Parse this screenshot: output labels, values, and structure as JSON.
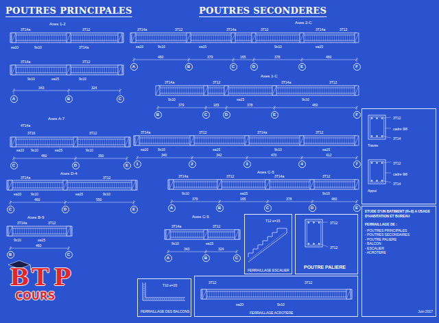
{
  "diagram": {
    "nodes": [
      {
        "text": [
          "A"
        ]
      },
      {
        "text": [
          "B"
        ]
      },
      {
        "text": [
          "C"
        ]
      },
      {
        "text": [
          "C"
        ]
      },
      {
        "text": [
          "D"
        ]
      },
      {
        "text": [
          "E"
        ]
      },
      {
        "text": [
          "C"
        ]
      },
      {
        "text": [
          "D"
        ]
      },
      {
        "text": [
          "E"
        ]
      },
      {
        "text": [
          "B"
        ]
      },
      {
        "text": [
          "C"
        ]
      },
      {
        "text": [
          "A"
        ]
      },
      {
        "text": [
          "B"
        ]
      },
      {
        "text": [
          "C"
        ]
      },
      {
        "text": [
          "D"
        ]
      },
      {
        "text": [
          "E"
        ]
      },
      {
        "text": [
          "F"
        ]
      },
      {
        "text": [
          "B"
        ]
      },
      {
        "text": [
          "C"
        ]
      },
      {
        "text": [
          "D"
        ]
      },
      {
        "text": [
          "E"
        ]
      },
      {
        "text": [
          "F"
        ]
      },
      {
        "text": [
          "1"
        ]
      },
      {
        "text": [
          "2"
        ]
      },
      {
        "text": [
          "3"
        ]
      },
      {
        "text": [
          "4"
        ]
      },
      {
        "text": [
          "7"
        ]
      },
      {
        "text": [
          "A"
        ]
      },
      {
        "text": [
          "B"
        ]
      },
      {
        "text": [
          "C"
        ]
      },
      {
        "text": [
          "D"
        ]
      },
      {
        "text": [
          "E"
        ]
      },
      {
        "text": [
          "A"
        ]
      },
      {
        "text": [
          "B"
        ]
      },
      {
        "text": [
          "C"
        ]
      },
      {
        "text": [
          "3T12",
          "cadre Φ8",
          "3T14",
          "Travée",
          "3T12",
          "cadre Φ8",
          "3T14",
          "Appui"
        ]
      },
      {
        "text": [
          "T12 e=15",
          "FERRAILLAGE ESCALIER"
        ]
      },
      {
        "text": [
          "3T12",
          "3T12",
          "POUTRE PALIERE"
        ]
      },
      {
        "text": [
          "ETUDE D'UN BATIMENT (R+8) A USAGE D'HABITATION ET BUREAU",
          "FERRAILLAGE DE :",
          "- POUTRES PRINCIPALES",
          "- POUTRES SECONDAIRES",
          "- POUTRE PALIERE",
          "- BALCON",
          "- ESCALIER",
          "- ACROTERE",
          "Juin 2017"
        ]
      },
      {
        "text": [
          "T10 e=20",
          "FERRAILLAGE DES BALCONS"
        ]
      },
      {
        "text": [
          "3T12",
          "3T12",
          "ea20",
          "9x10",
          "FERRAILLAGE ACROTERE"
        ]
      }
    ],
    "labels": [
      "POUTRES PRINCIPALES",
      "POUTRES SECONDERES",
      "Axes 1-2",
      "3T14a",
      "3T12",
      "ea10",
      "9x10",
      "3T14a",
      "3T14a",
      "3T12",
      "9x10",
      "ea15",
      "9x10",
      "343",
      "324",
      "Axes A-7",
      "4T14a",
      "3T16",
      "3T12",
      "ea10",
      "9x10",
      "ea15",
      "9x10",
      "460",
      "390",
      "Axes D-4",
      "3T14a",
      "3T12",
      "ea10",
      "9x10",
      "ea15",
      "9x10",
      "460",
      "550",
      "Axes B-9",
      "3T14a",
      "3T12",
      "9x10",
      "ea15",
      "460",
      "B",
      "T",
      "P",
      "COURS",
      "Axes 2-C",
      "3T14a",
      "3T12",
      "3T14a",
      "3T12",
      "3T14a",
      "3T12",
      "ea10",
      "9x10",
      "ea15",
      "9x10",
      "ea15",
      "460",
      "379",
      "165",
      "378",
      "460",
      "Axes 1-C",
      "3T14a",
      "3T12",
      "3T14a",
      "3T12",
      "9x10",
      "ea15",
      "9x10",
      "379",
      "165",
      "378",
      "460",
      "3T14a",
      "3T12",
      "3T14a",
      "3T12",
      "ea10",
      "9x10",
      "ea15",
      "9x10",
      "ea15",
      "340",
      "342",
      "470",
      "412",
      "Axes C-5",
      "3T14a",
      "3T12",
      "3T14a",
      "3T12",
      "9x10",
      "ea15",
      "9x10",
      "379",
      "165",
      "378",
      "460",
      "Axes C-5",
      "3T14a",
      "3T12",
      "9x10",
      "ea15",
      "343",
      "324"
    ]
  }
}
